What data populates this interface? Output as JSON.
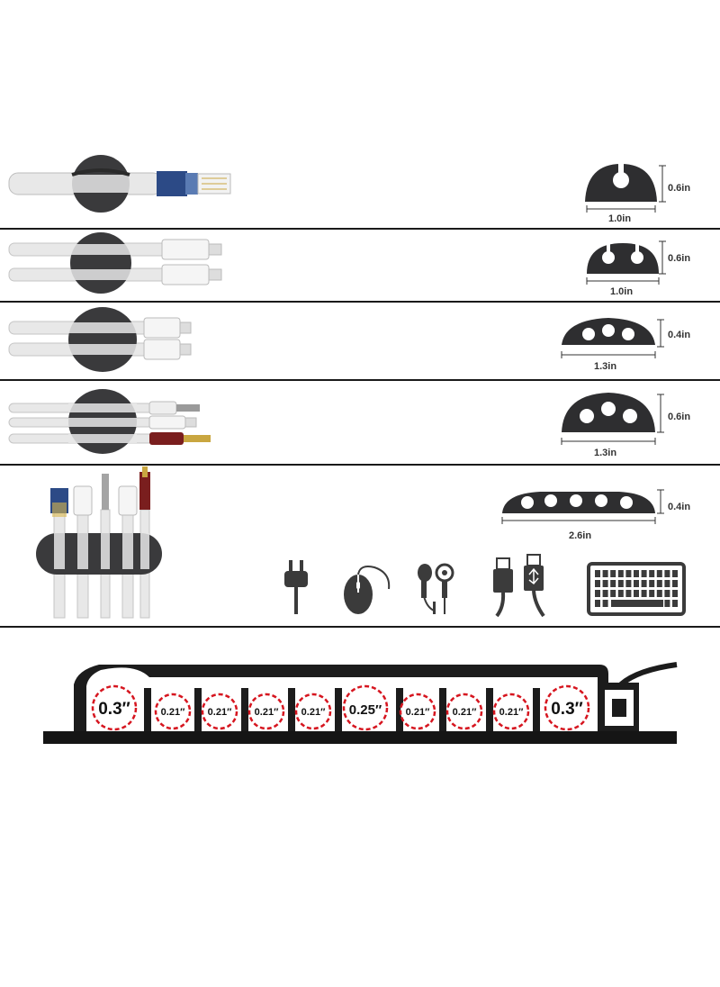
{
  "clips": [
    {
      "width": "1.0in",
      "height": "0.6in",
      "holes": 1
    },
    {
      "width": "1.0in",
      "height": "0.6in",
      "holes": 2
    },
    {
      "width": "1.3in",
      "height": "0.4in",
      "holes": 3
    },
    {
      "width": "1.3in",
      "height": "0.6in",
      "holes": 3
    },
    {
      "width": "2.6in",
      "height": "0.4in",
      "holes": 5
    }
  ],
  "device_icons": [
    "power-plug-icon",
    "mouse-icon",
    "earphones-icon",
    "usb-cable-icon",
    "keyboard-icon"
  ],
  "organizer": {
    "slots": [
      "0.3″",
      "0.21″",
      "0.21″",
      "0.21″",
      "0.21″",
      "0.25″",
      "0.21″",
      "0.21″",
      "0.21″",
      "0.3″"
    ]
  },
  "colors": {
    "clip": "#2e2e30",
    "divider": "#1a1a1a",
    "cable": "#e6e6e6",
    "dashed_circle": "#d6151f",
    "rj45_blue": "#2c4a86"
  }
}
